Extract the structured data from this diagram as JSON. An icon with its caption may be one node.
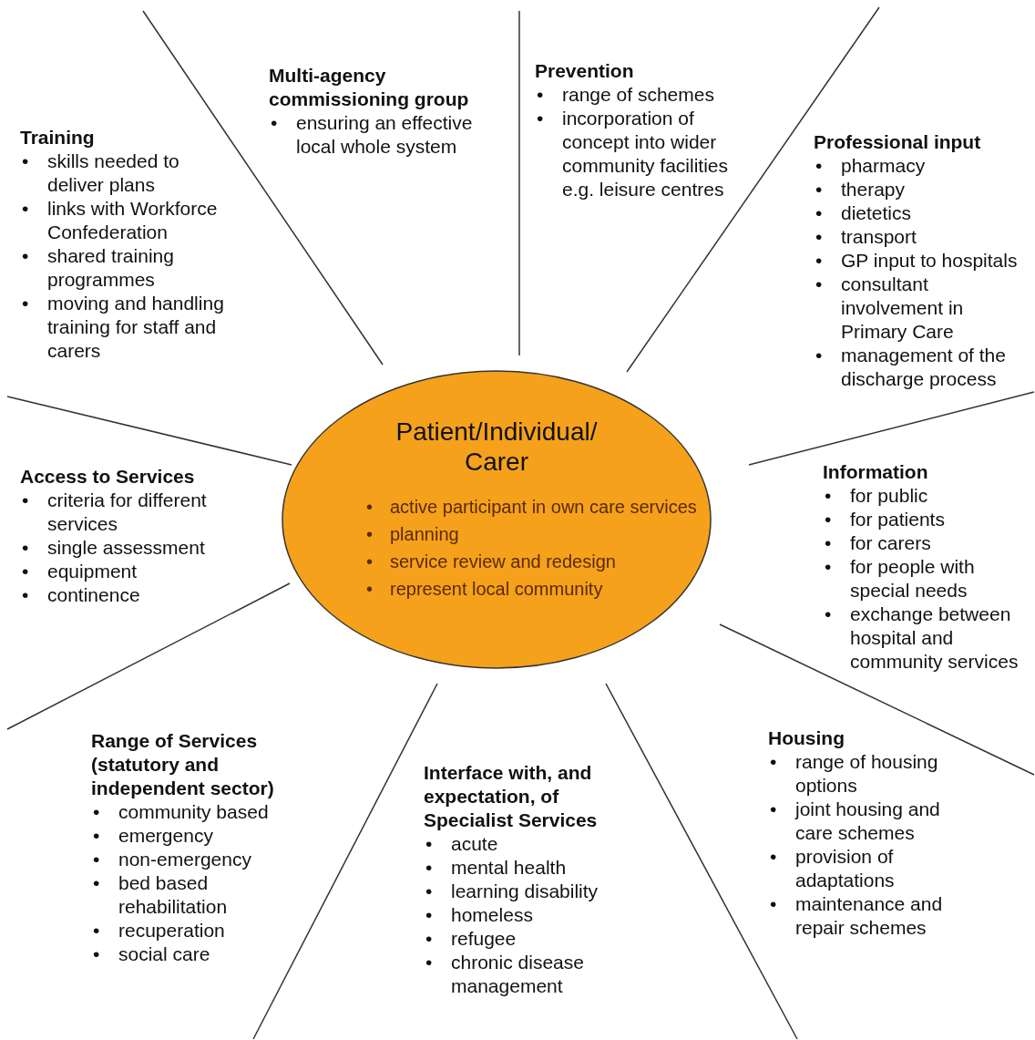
{
  "diagram": {
    "nodes": [
      {
        "text": [
          "Patient/Individual/ Carer",
          "• active participant in own care services",
          "• planning",
          "• service review and redesign",
          "• represent local community"
        ]
      },
      {
        "text": [
          "Training",
          "• skills needed to deliver plans",
          "• links with Workforce Confederation",
          "• shared training programmes",
          "• moving and handling training for staff and carers"
        ]
      },
      {
        "text": [
          "Multi-agency commissioning group",
          "• ensuring an effective local whole system"
        ]
      },
      {
        "text": [
          "Prevention",
          "• range of schemes",
          "• incorporation of concept into wider community facilities e.g. leisure centres"
        ]
      },
      {
        "text": [
          "Professional input",
          "• pharmacy",
          "• therapy",
          "• dietetics",
          "• transport",
          "• GP input to hospitals",
          "• consultant involvement in Primary Care",
          "• management of the discharge process"
        ]
      },
      {
        "text": [
          "Access to Services",
          "• criteria for different services",
          "• single assessment",
          "• equipment",
          "• continence"
        ]
      },
      {
        "text": [
          "Information",
          "• for public",
          "• for patients",
          "• for carers",
          "• for people with special needs",
          "• exchange between hospital and community services"
        ]
      },
      {
        "text": [
          "Range of Services (statutory and independent sector)",
          "• community based",
          "• emergency",
          "• non-emergency",
          "• bed based rehabilitation",
          "• recuperation",
          "• social care"
        ]
      },
      {
        "text": [
          "Interface with, and expectation, of Specialist Services",
          "• acute",
          "• mental health",
          "• learning disability",
          "• homeless",
          "• refugee",
          "• chronic disease management"
        ]
      },
      {
        "text": [
          "Housing",
          "• range of housing options",
          "• joint housing and care schemes",
          "• provision of adaptations",
          "• maintenance and repair schemes"
        ]
      }
    ]
  }
}
